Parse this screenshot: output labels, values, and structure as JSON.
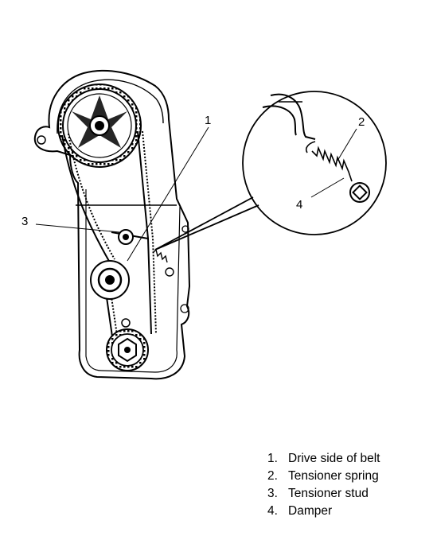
{
  "callouts": [
    {
      "num": "1"
    },
    {
      "num": "2"
    },
    {
      "num": "3"
    },
    {
      "num": "4"
    }
  ],
  "legend": [
    {
      "num": "1.",
      "label": "Drive side of belt"
    },
    {
      "num": "2.",
      "label": "Tensioner spring"
    },
    {
      "num": "3.",
      "label": "Tensioner stud"
    },
    {
      "num": "4.",
      "label": "Damper"
    }
  ]
}
